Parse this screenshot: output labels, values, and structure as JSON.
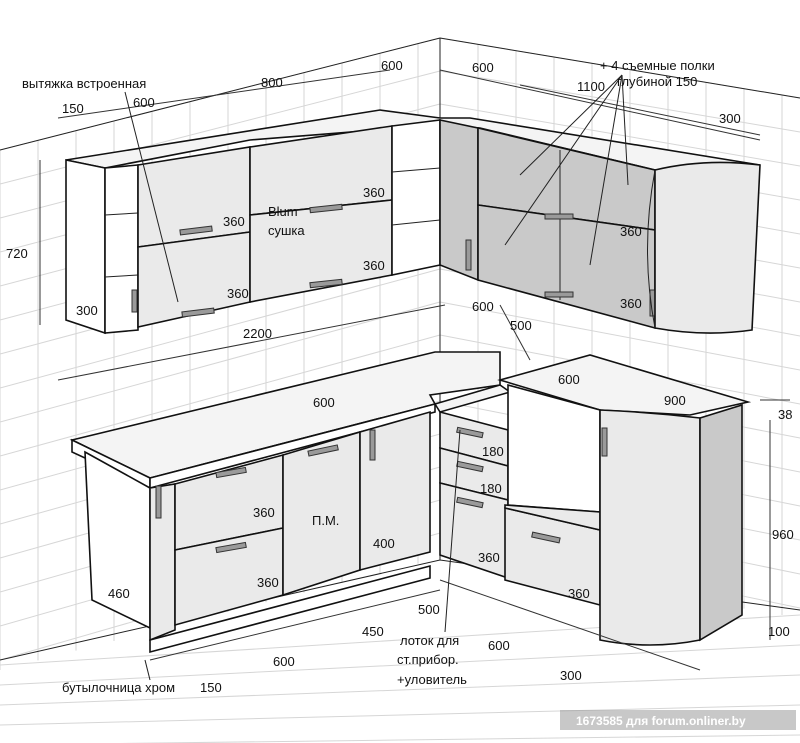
{
  "labels": {
    "hood": "вытяжка встроенная",
    "shelves_line1": "+ 4 съемные полки",
    "shelves_line2": "глубиной 150",
    "blum": "Blum",
    "dryer": "сушка",
    "pm": "П.М.",
    "tray_line1": "лоток для",
    "tray_line2": "ст.прибор.",
    "tray_line3": "+уловитель",
    "bottle_holder": "бутылочница хром"
  },
  "dimensions": {
    "upper_w150": "150",
    "upper_w600": "600",
    "upper_w800": "800",
    "upper_corner_600a": "600",
    "upper_corner_600b": "600",
    "upper_1100": "1100",
    "upper_300": "300",
    "upper_h720": "720",
    "upper_h300": "300",
    "upper_door_360a": "360",
    "upper_door_360b": "360",
    "upper_door_360c": "360",
    "upper_door_360d": "360",
    "upper_door_360e": "360",
    "upper_door_360f": "360",
    "base_2200": "2200",
    "base_600_top": "600",
    "base_600_right": "600",
    "base_500": "500",
    "base_600_oven": "600",
    "base_900": "900",
    "base_38": "38",
    "base_960": "960",
    "base_100": "100",
    "base_drawer_360a": "360",
    "base_drawer_360b": "360",
    "base_pm_400": "400",
    "base_drawer_180a": "180",
    "base_drawer_180b": "180",
    "base_drawer_360c": "360",
    "base_oven_360": "360",
    "base_side_460": "460",
    "floor_500": "500",
    "floor_450": "450",
    "floor_600a": "600",
    "floor_150": "150",
    "floor_600b": "600",
    "floor_300": "300"
  },
  "watermark": "1673585 для forum.onliner.by"
}
